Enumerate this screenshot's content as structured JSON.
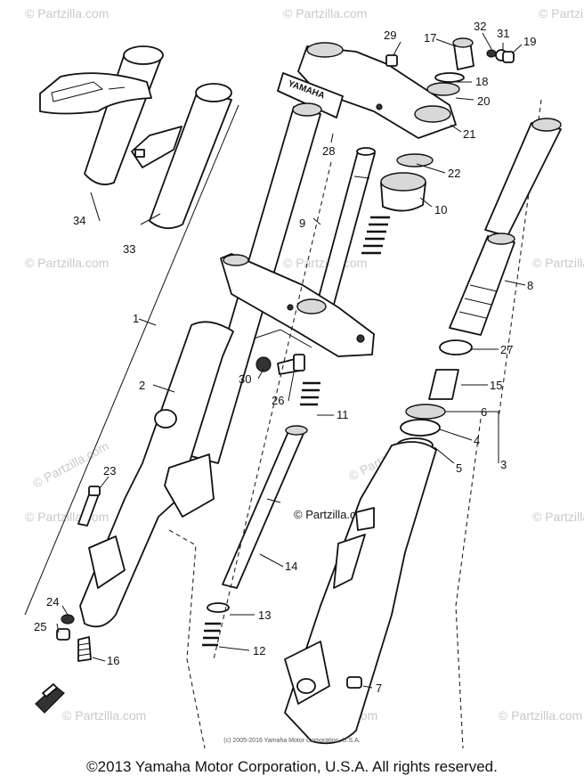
{
  "diagram": {
    "logo_text": "YAMAHA",
    "callouts": [
      "1",
      "2",
      "3",
      "4",
      "5",
      "6",
      "7",
      "8",
      "9",
      "10",
      "11",
      "12",
      "13",
      "14",
      "15",
      "16",
      "17",
      "18",
      "19",
      "20",
      "21",
      "22",
      "23",
      "24",
      "25",
      "26",
      "27",
      "28",
      "29",
      "30",
      "31",
      "32",
      "33",
      "34"
    ],
    "watermarks": [
      "© Partzilla.com",
      "© Partzilla.com",
      "© Partzilla.com",
      "© Partzilla.com",
      "© Partzilla.com",
      "© Partzilla.com",
      "© Partzilla.com",
      "© Partzilla.com",
      "© Partzilla.com",
      "© Partzilla.com",
      "© Partzilla.com",
      "© Partzilla.com"
    ],
    "center_watermark": "© Partzilla.com"
  },
  "footer": {
    "small_credit": "(c) 2005-2016 Yamaha Motor Corporation, U.S.A.",
    "main_credit": "©2013 Yamaha Motor Corporation, U.S.A. All rights reserved."
  }
}
